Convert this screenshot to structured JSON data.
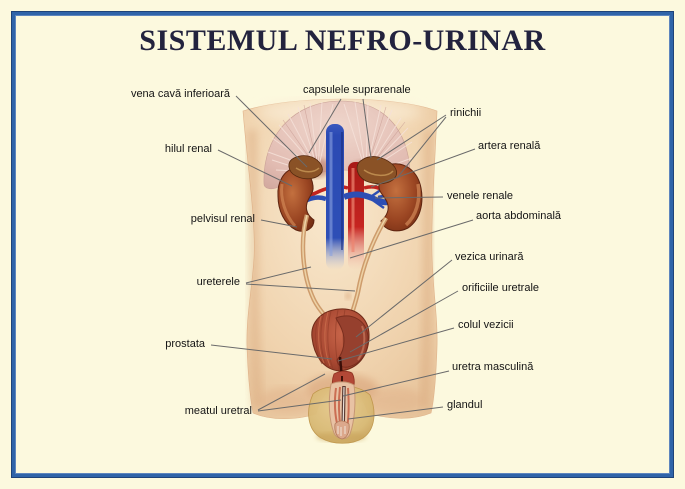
{
  "poster": {
    "title": "SISTEMUL NEFRO-URINAR"
  },
  "labels": {
    "vena_cava_inferioara": "vena cavă inferioară",
    "capsulele_suprarenale": "capsulele suprarenale",
    "rinichii": "rinichii",
    "hilul_renal": "hilul renal",
    "artera_renala": "artera renală",
    "venele_renale": "venele renale",
    "pelvisul_renal": "pelvisul renal",
    "aorta_abdominala": "aorta abdominală",
    "ureterele": "ureterele",
    "vezica_urinara": "vezica urinară",
    "orificiile_uretrale": "orificiile uretrale",
    "colul_vezicii": "colul vezicii",
    "prostata": "prostata",
    "uretra_masculina": "uretra masculină",
    "meatul_uretral": "meatul uretral",
    "glandul": "glandul"
  },
  "colors": {
    "background": "#FCF9DE",
    "border_blue": "#2F64A9",
    "title_text": "#23233E",
    "label_text": "#141414",
    "leader_line": "#6A6A6A",
    "vena_cava_blue": "#2B4FB4",
    "aorta_red": "#C62420",
    "kidney_brown": "#9A4522",
    "bladder_red": "#A84832",
    "skin": "#F0D3AE",
    "scrotum_tan": "#D8B873",
    "muscle_pink": "#E2BCB2"
  }
}
